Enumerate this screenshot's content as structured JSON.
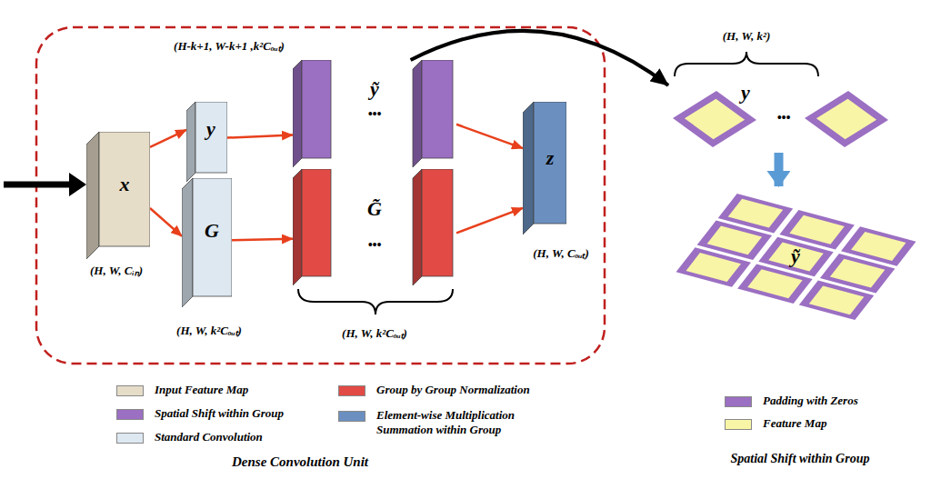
{
  "diagram": {
    "nodes": [
      {
        "text": [
          "x"
        ]
      },
      {
        "text": [
          "y"
        ]
      },
      {
        "text": [
          "G"
        ]
      },
      {
        "text": [
          "ỹ"
        ]
      },
      {
        "text": [
          "G̃"
        ]
      },
      {
        "text": [
          "z"
        ]
      },
      {
        "text": [
          "y"
        ]
      },
      {
        "text": [
          "ỹ"
        ]
      }
    ],
    "edges": [
      {
        "from": 0,
        "to": 1,
        "arrow": "to"
      },
      {
        "from": 0,
        "to": 2,
        "arrow": "to"
      },
      {
        "from": 1,
        "to": 3,
        "arrow": "to"
      },
      {
        "from": 2,
        "to": 4,
        "arrow": "to"
      },
      {
        "from": 3,
        "to": 5,
        "arrow": "to"
      },
      {
        "from": 4,
        "to": 5,
        "arrow": "to"
      },
      {
        "from": 3,
        "to": 6,
        "arrow": "to"
      },
      {
        "from": 6,
        "to": 7,
        "arrow": "to"
      }
    ],
    "labels": [
      "(H-k+1, W-k+1 ,k²Cₒᵤₜ)",
      "•••",
      "•••",
      "(H, W, Cᵢₙ)",
      "(H, W, k²Cₒᵤₜ)",
      "(H, W, Cₒᵤₜ)",
      "(H, W, k²Cₒᵤₜ)",
      "Dense Convolution Unit",
      "(H, W, k²)",
      "•••",
      "Spatial Shift within Group"
    ],
    "legend": [
      {
        "text": "Input Feature Map",
        "color": "#e6ddc9"
      },
      {
        "text": "Spatial Shift within Group",
        "color": "#9b6fc2"
      },
      {
        "text": "Standard Convolution",
        "color": "#dde8f1"
      },
      {
        "text": "Group by Group Normalization",
        "color": "#e24a45"
      },
      {
        "text": "Element-wise Multiplication Summation within Group",
        "color": "#6b90c0"
      },
      {
        "text": "Padding with Zeros",
        "color": "#9b6fc2"
      },
      {
        "text": "Feature Map",
        "color": "#f8f5a6"
      }
    ]
  }
}
